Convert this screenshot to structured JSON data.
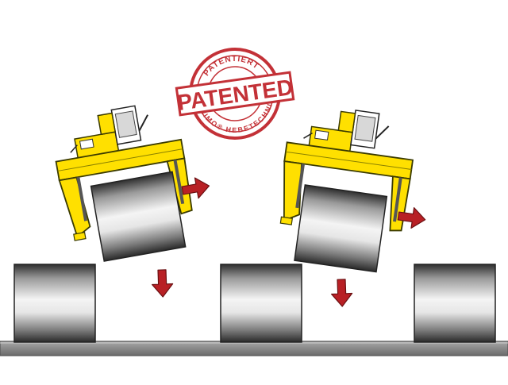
{
  "stamp": {
    "main_text": "PATENTED",
    "top_text": "PATENTIERT",
    "bottom_text": "WIMO® HEBETECHNIK",
    "color": "#c0272d"
  },
  "colors": {
    "gripper_yellow": "#ffe000",
    "gripper_outline": "#4a4a00",
    "arrow_red": "#b82025",
    "arrow_outline": "#6a1012",
    "floor": "#8c8c8c",
    "floor_dark": "#555555",
    "coil_light": "#f2f2f2",
    "coil_mid": "#b0b0b0",
    "coil_dark": "#3c3c3c"
  },
  "icons": {
    "arrow": "red-motion-arrow",
    "gripper": "coil-gripper"
  }
}
